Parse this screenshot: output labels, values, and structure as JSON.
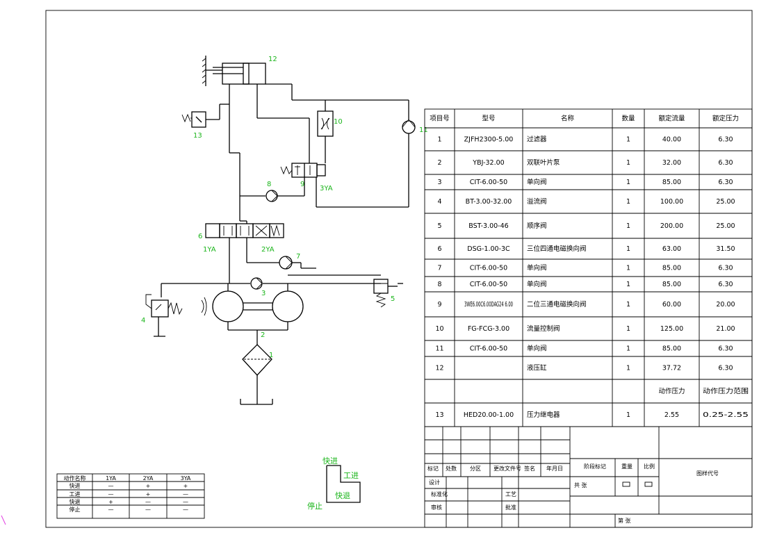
{
  "components": {
    "n1": "1",
    "n2": "2",
    "n3": "3",
    "n4": "4",
    "n5": "5",
    "n6": "6",
    "n7": "7",
    "n8": "8",
    "n9": "9",
    "n10": "10",
    "n11": "11",
    "n12": "12",
    "n13": "13",
    "coil_1ya": "1YA",
    "coil_2ya": "2YA",
    "coil_3ya": "3YA"
  },
  "cycle_chart": {
    "fast_forward": "快进",
    "work_feed": "工进",
    "fast_return": "快退",
    "stop": "停止"
  },
  "action_table": {
    "headers": [
      "动作名称",
      "1YA",
      "2YA",
      "3YA"
    ],
    "rows": [
      [
        "快进",
        "—",
        "+",
        "+"
      ],
      [
        "工进",
        "—",
        "+",
        "—"
      ],
      [
        "快退",
        "+",
        "—",
        "—"
      ],
      [
        "停止",
        "—",
        "—",
        "—"
      ]
    ]
  },
  "parts_table": {
    "headers": [
      "项目号",
      "型号",
      "名称",
      "数量",
      "额定流量",
      "额定压力"
    ],
    "rows": [
      [
        "1",
        "ZJFH2300-5.00",
        "过滤器",
        "1",
        "40.00",
        "6.30"
      ],
      [
        "2",
        "YBJ-32.00",
        "双联叶片泵",
        "1",
        "32.00",
        "6.30"
      ],
      [
        "3",
        "CIT-6.00-50",
        "单向阀",
        "1",
        "85.00",
        "6.30"
      ],
      [
        "4",
        "BT-3.00-32.00",
        "溢流阀",
        "1",
        "100.00",
        "25.00"
      ],
      [
        "5",
        "BST-3.00-46",
        "顺序阀",
        "1",
        "200.00",
        "25.00"
      ],
      [
        "6",
        "DSG-1.00-3C",
        "三位四通电磁换向阀",
        "1",
        "63.00",
        "31.50"
      ],
      [
        "7",
        "CIT-6.00-50",
        "单向阀",
        "1",
        "85.00",
        "6.30"
      ],
      [
        "8",
        "CIT-6.00-50",
        "单向阀",
        "1",
        "85.00",
        "6.30"
      ],
      [
        "9",
        "3WE6.00C6.00DAG24 6.00",
        "二位三通电磁换向阀",
        "1",
        "60.00",
        "20.00"
      ],
      [
        "10",
        "FG-FCG-3.00",
        "流量控制阀",
        "1",
        "125.00",
        "21.00"
      ],
      [
        "11",
        "CIT-6.00-50",
        "单向阀",
        "1",
        "85.00",
        "6.30"
      ],
      [
        "12",
        "",
        "液压缸",
        "1",
        "37.72",
        "6.30"
      ],
      [
        "",
        "",
        "",
        "",
        "动作压力",
        "动作压力范围"
      ],
      [
        "13",
        "HED20.00-1.00",
        "压力继电器",
        "1",
        "2.55",
        "0.25-2.55"
      ]
    ]
  },
  "title_block": {
    "f1": "标记",
    "f2": "处数",
    "f3": "分区",
    "f4": "更改文件号",
    "f5": "签名",
    "f6": "年月日",
    "f7": "设计",
    "f8": "标准化",
    "f9": "审核",
    "f10": "工艺",
    "f11": "批准",
    "f12": "阶段标记",
    "f13": "重量",
    "f14": "比例",
    "f15": "共 张",
    "f16": "第 张",
    "f17": "图样代号"
  }
}
